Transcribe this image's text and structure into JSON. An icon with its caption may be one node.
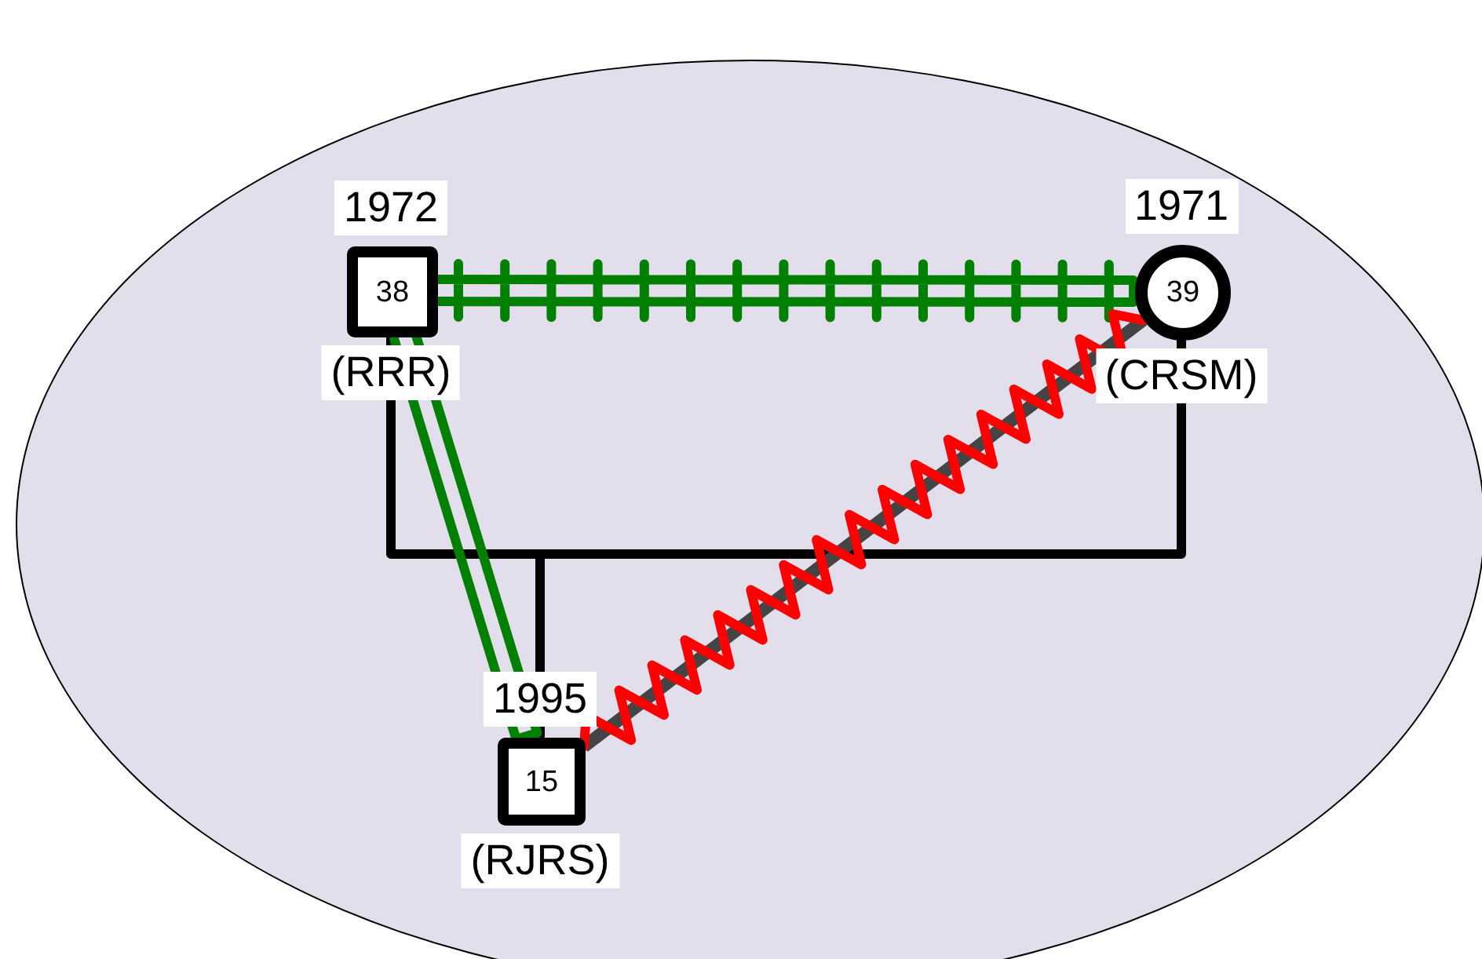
{
  "diagram": {
    "nodes": [
      {
        "text": [],
        "shape": "ellipse"
      },
      {
        "text": [
          "38"
        ],
        "beside": [
          "1972",
          "(RRR)"
        ],
        "in": 0
      },
      {
        "text": [
          "39"
        ],
        "beside": [
          "1971",
          "(CRSM)"
        ],
        "in": 0
      },
      {
        "text": [
          "15"
        ],
        "beside": [
          "1995",
          "(RJRS)"
        ],
        "in": 0
      }
    ],
    "edges": [
      {
        "from": 1,
        "to": 2,
        "arrow": "none"
      },
      {
        "from": null,
        "to": 3,
        "arrow": "none"
      },
      {
        "from": 1,
        "to": 2,
        "arrow": "none",
        "color": "#008000"
      },
      {
        "from": 1,
        "to": 3,
        "arrow": "none",
        "color": "#008000"
      },
      {
        "from": 2,
        "to": 3,
        "arrow": "none",
        "color": "#ff0000"
      }
    ]
  }
}
